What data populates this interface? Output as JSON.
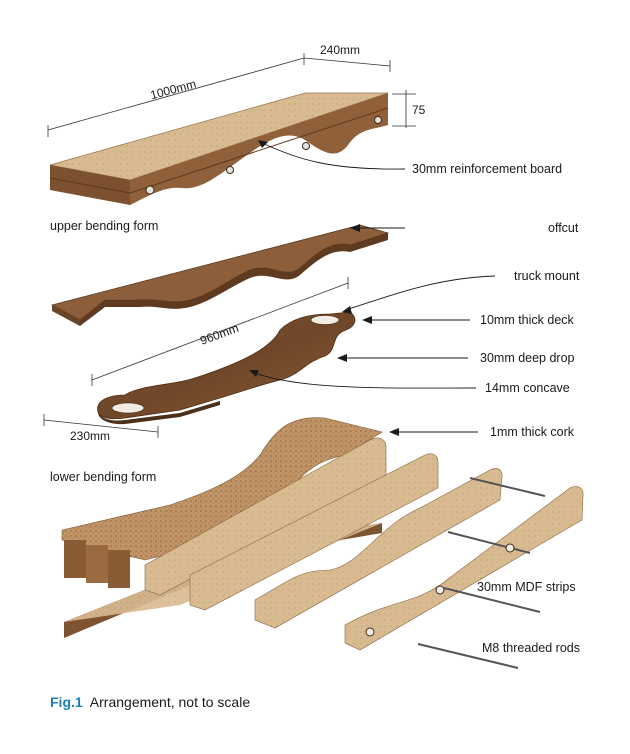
{
  "dimensions": {
    "length_top": "1000mm",
    "width_top": "240mm",
    "height_top": "75",
    "length_deck": "960mm",
    "width_deck": "230mm"
  },
  "section_labels": {
    "upper": "upper bending form",
    "lower": "lower bending form"
  },
  "callouts": [
    "30mm reinforcement board",
    "offcut",
    "truck mount",
    "10mm thick deck",
    "30mm deep drop",
    "14mm concave",
    "1mm thick cork",
    "30mm MDF strips",
    "M8 threaded rods"
  ],
  "caption": {
    "fig_label": "Fig.1",
    "text": "Arrangement, not to scale"
  },
  "colors": {
    "mdf_top": "#d9bb92",
    "mdf_front": "#8a5a34",
    "cork": "#b58c5f",
    "wood_deck": "#7a5030",
    "caption_accent": "#1c7fb8"
  }
}
